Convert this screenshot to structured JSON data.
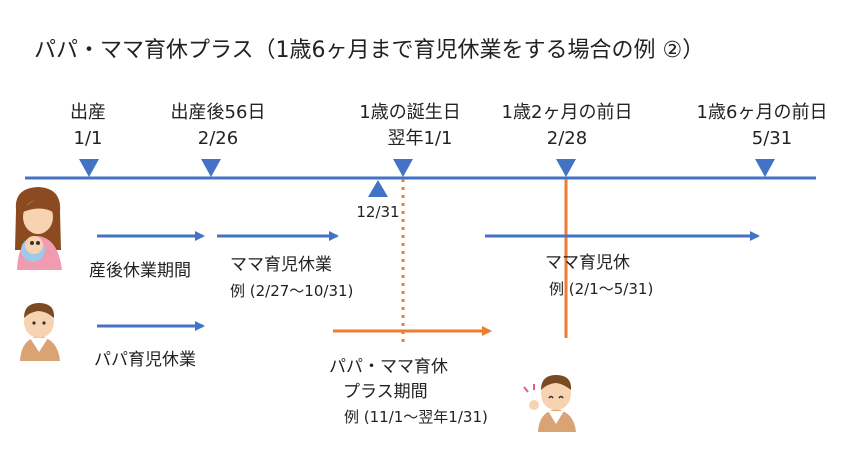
{
  "title": "パパ・ママ育休プラス（1歳6ヶ月まで育児休業をする場合の例 ②）",
  "timeline": {
    "markers": [
      {
        "line1": "出産",
        "line2": "1/1"
      },
      {
        "line1": "出産後56日",
        "line2": "2/26"
      },
      {
        "line1": "1歳の誕生日",
        "line2": "翌年1/1"
      },
      {
        "line1": "1歳2ヶ月の前日",
        "line2": "2/28"
      },
      {
        "line1": "1歳6ヶ月の前日",
        "line2": "5/31"
      }
    ],
    "below_marker": "12/31"
  },
  "periods": {
    "maternity_leave": "産後休業期間",
    "mama_leave_1": {
      "name": "ママ育児休業",
      "example": "例 (2/27〜10/31)"
    },
    "papa_leave": "パパ育児休業",
    "papa_mama_plus": {
      "line1": "パパ・ママ育休",
      "line2": "プラス期間",
      "example": "例 (11/1〜翌年1/31)"
    },
    "mama_leave_2": {
      "name": "ママ育児休",
      "example": "例 (2/1〜5/31)"
    }
  },
  "colors": {
    "blue": "#4472c4",
    "orange": "#ed7d31",
    "text": "#222222"
  }
}
